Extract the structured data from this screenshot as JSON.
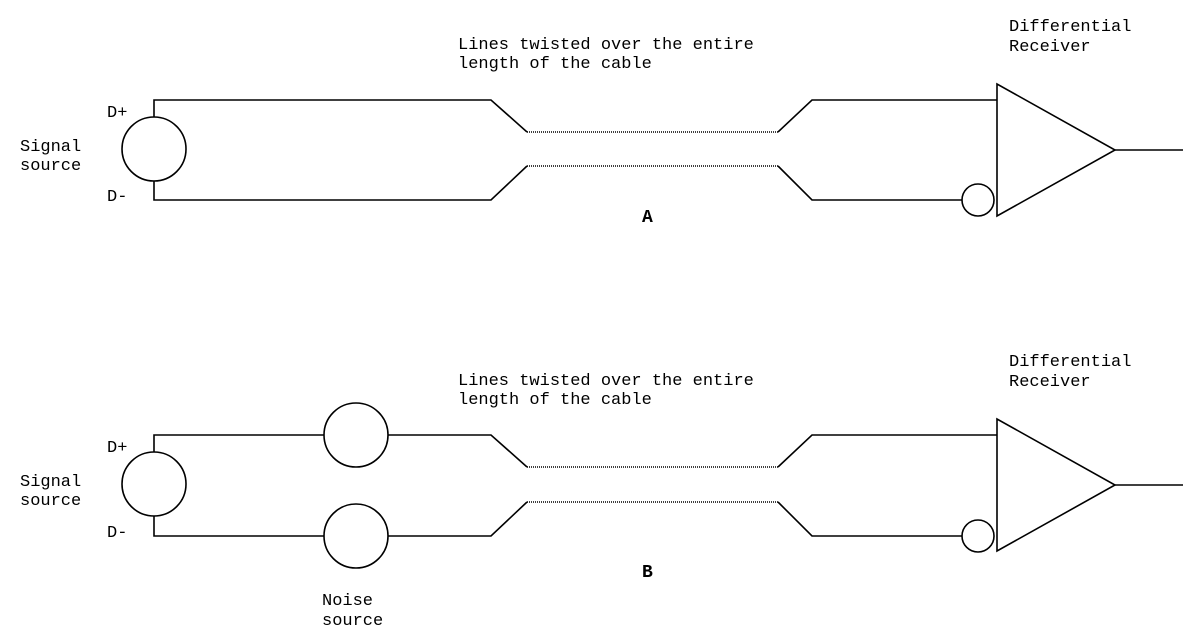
{
  "diagrams": [
    {
      "id": "A",
      "label": "A",
      "signal_source": {
        "label_line1": "Signal",
        "label_line2": "source"
      },
      "terminal_plus": "D+",
      "terminal_minus": "D-",
      "twist_note": {
        "line1": "Lines twisted over the entire",
        "line2": "length of the cable"
      },
      "receiver": {
        "label_line1": "Differential",
        "label_line2": "Receiver"
      }
    },
    {
      "id": "B",
      "label": "B",
      "signal_source": {
        "label_line1": "Signal",
        "label_line2": "source"
      },
      "terminal_plus": "D+",
      "terminal_minus": "D-",
      "twist_note": {
        "line1": "Lines twisted over the entire",
        "line2": "length of the cable"
      },
      "receiver": {
        "label_line1": "Differential",
        "label_line2": "Receiver"
      },
      "noise_source": {
        "label_line1": "Noise",
        "label_line2": "source"
      }
    }
  ],
  "colors": {
    "stroke": "#000000",
    "background": "#ffffff"
  }
}
